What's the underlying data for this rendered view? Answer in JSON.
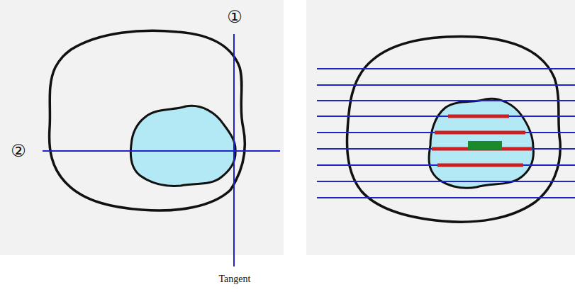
{
  "diagram": {
    "labels": [
      "①",
      "②",
      "Tangent"
    ]
  }
}
